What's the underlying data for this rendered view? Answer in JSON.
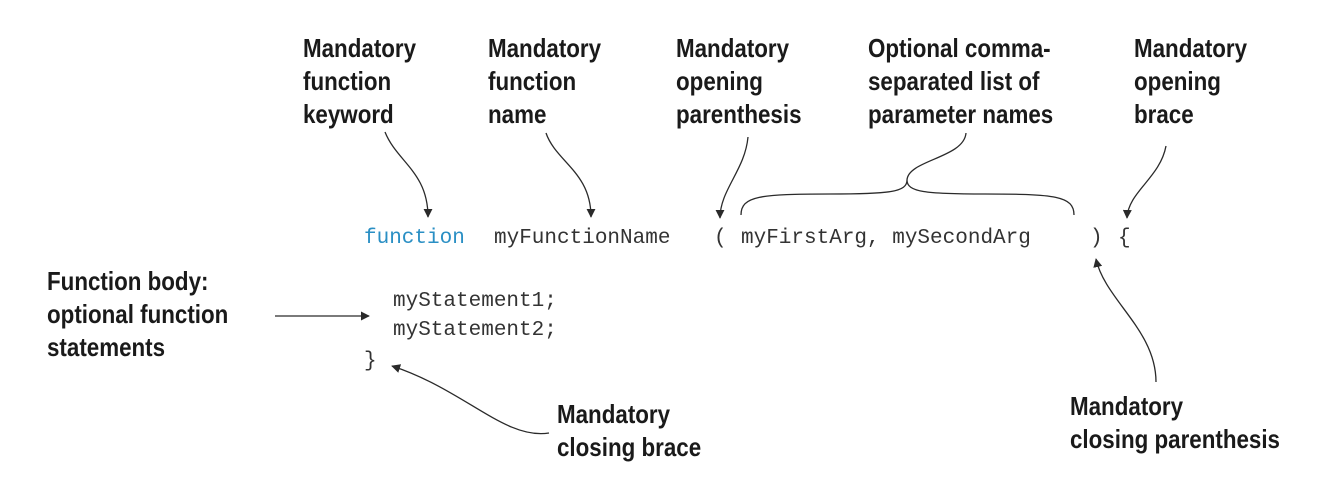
{
  "labels": {
    "keyword": [
      "Mandatory",
      "function",
      "keyword"
    ],
    "name": [
      "Mandatory",
      "function",
      "name"
    ],
    "open_paren": [
      "Mandatory",
      "opening",
      "parenthesis"
    ],
    "params": [
      "Optional comma-",
      "separated list of",
      "parameter names"
    ],
    "open_brace": [
      "Mandatory",
      "opening",
      "brace"
    ],
    "body": [
      "Function body:",
      "optional function",
      "statements"
    ],
    "close_brace": [
      "Mandatory",
      "closing brace"
    ],
    "close_paren": [
      "Mandatory",
      "closing parenthesis"
    ]
  },
  "code": {
    "keyword": "function",
    "name": "myFunctionName",
    "open_paren": "(",
    "args": "myFirstArg, mySecondArg",
    "close_paren": ")",
    "open_brace": "{",
    "statement1": "myStatement1;",
    "statement2": "myStatement2;",
    "close_brace": "}"
  },
  "colors": {
    "keyword": "#2a8fc4",
    "text": "#1a1a1a",
    "code": "#333333",
    "arrow": "#2a2a2a"
  }
}
